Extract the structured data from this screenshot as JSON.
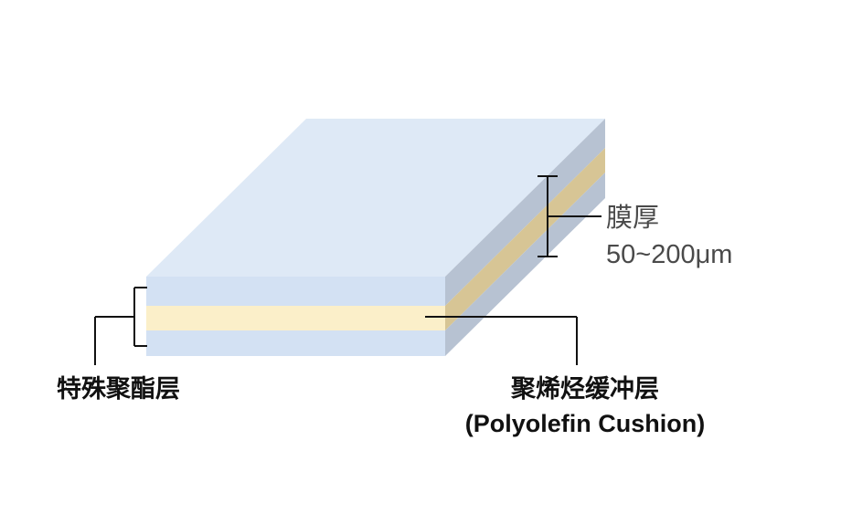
{
  "labels": {
    "thickness_line1": "膜厚",
    "thickness_line2": "50~200μm",
    "polyester_layer": "特殊聚酯层",
    "cushion_layer_zh": "聚烯烃缓冲层",
    "cushion_layer_en": "(Polyolefin Cushion)"
  },
  "colors": {
    "top_face": "#dee9f6",
    "front_blue": "#d3e1f3",
    "front_cushion": "#fbefc9",
    "side_blue": "#b7c2d2",
    "side_cushion": "#d7c595",
    "leader_line": "#111111",
    "annotation_text": "#4a4a4a",
    "label_text": "#111111"
  }
}
